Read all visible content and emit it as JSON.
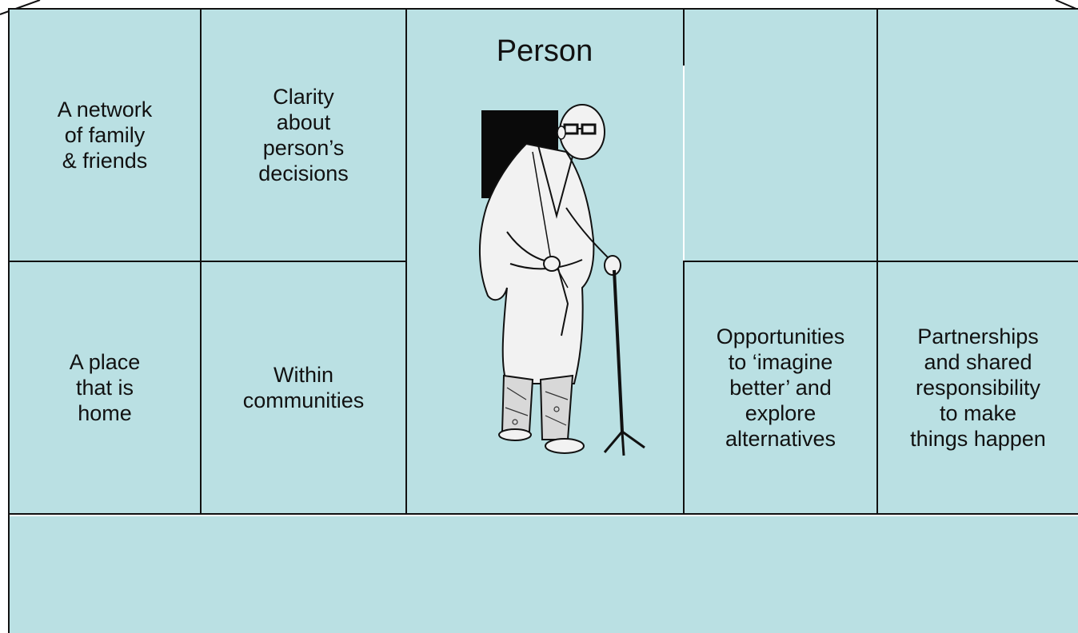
{
  "diagram": {
    "cells": {
      "top_left": "A network\nof family\n& friends",
      "top_second": "Clarity\nabout\nperson’s\ndecisions",
      "bottom_left": "A place\nthat is\nhome",
      "bottom_second": "Within\ncommunities",
      "bottom_fourth": "Opportunities\nto ‘imagine\nbetter’ and\nexplore\nalternatives",
      "bottom_right": "Partnerships\nand shared\nresponsibility\nto make\nthings happen",
      "top_fourth": "",
      "top_right": "",
      "base": ""
    },
    "center": {
      "title": "Person",
      "image": "elderly-man-with-cane-illustration"
    }
  },
  "colors": {
    "cell_fill": "#bae0e3",
    "border": "#111111",
    "background": "#ffffff"
  }
}
